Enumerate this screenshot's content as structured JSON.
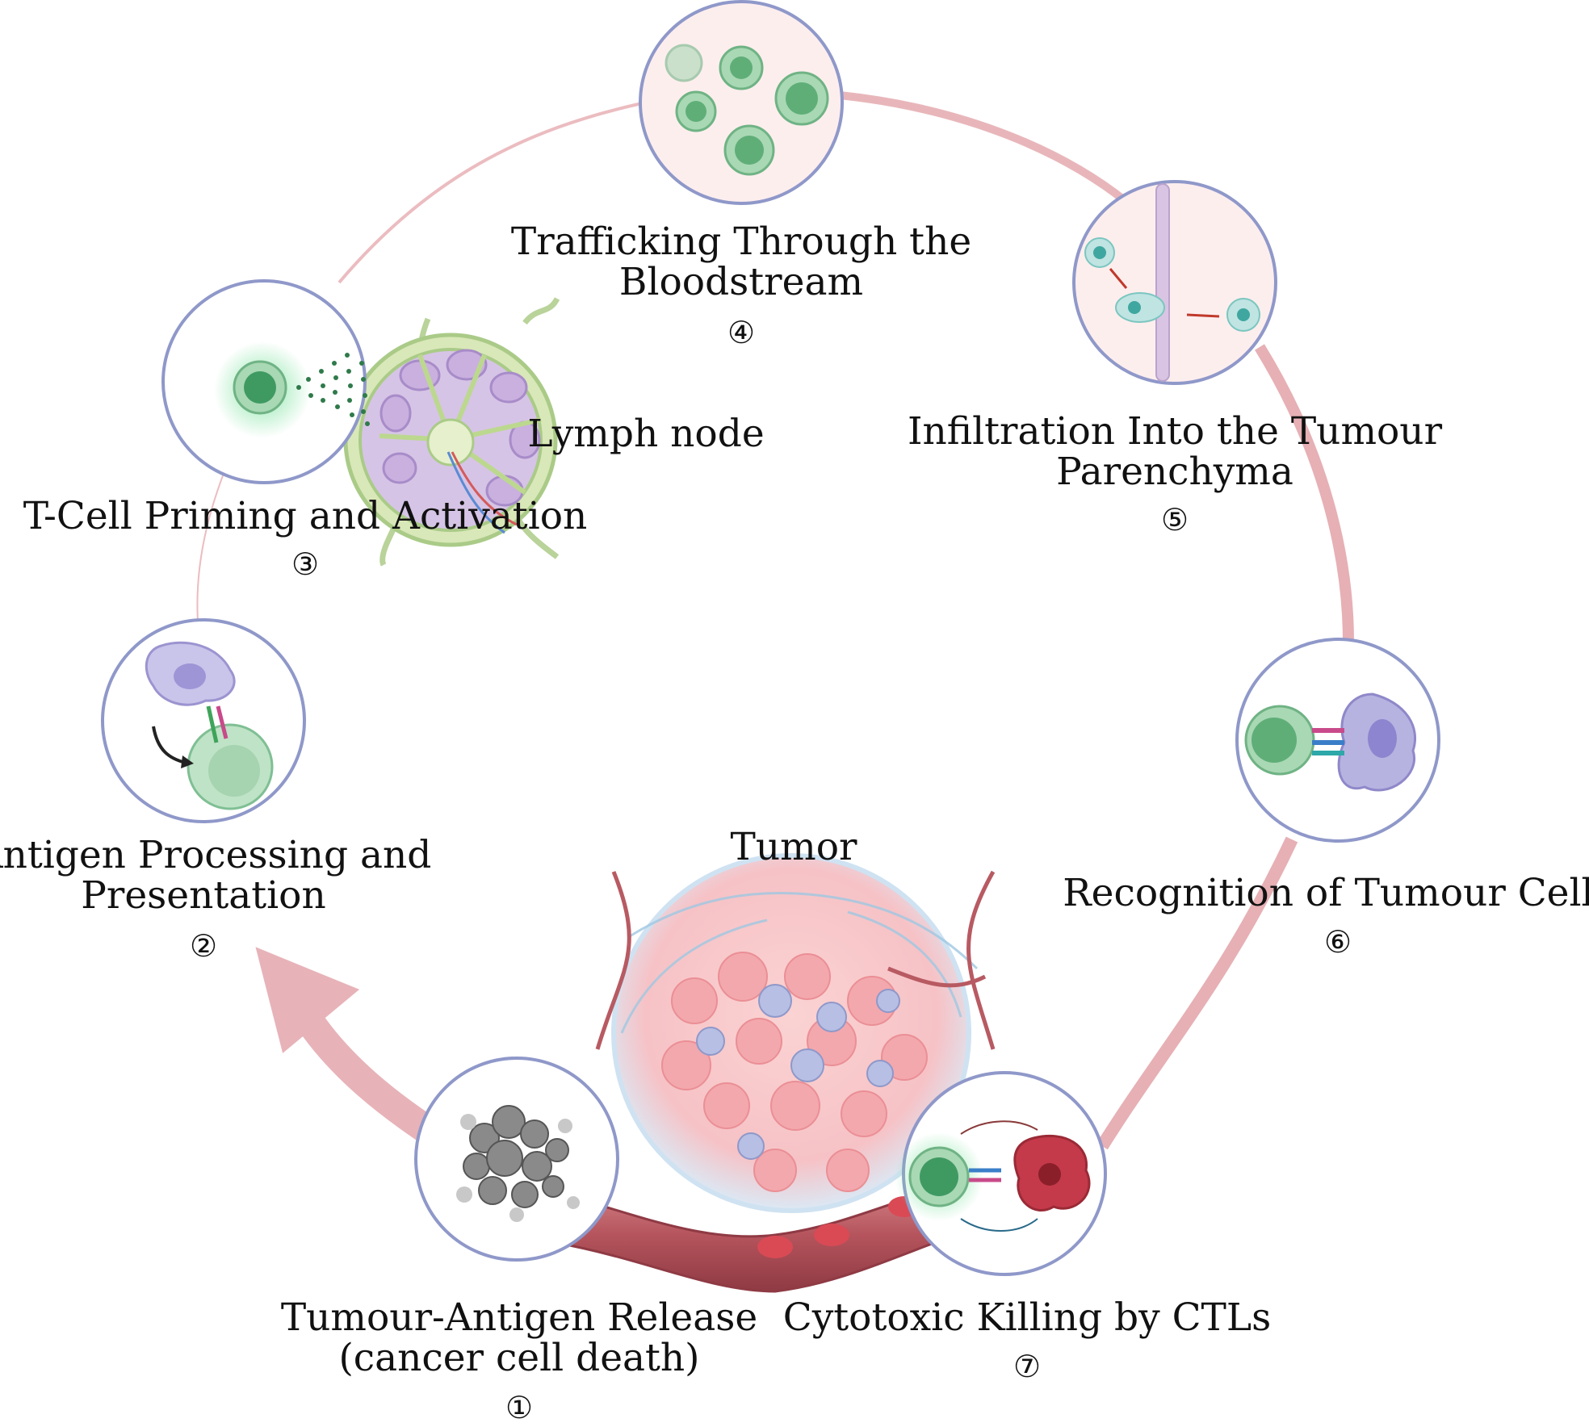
{
  "steps": [
    {
      "id": 1,
      "line1": "Tumour-Antigen Release",
      "line2": "(cancer cell death)",
      "number": "①"
    },
    {
      "id": 2,
      "line1": "Antigen Processing and",
      "line2": "Presentation",
      "number": "②"
    },
    {
      "id": 3,
      "line1": "T-Cell Priming and Activation",
      "number": "③"
    },
    {
      "id": 4,
      "line1": "Trafficking Through the",
      "line2": "Bloodstream",
      "number": "④"
    },
    {
      "id": 5,
      "line1": "Infiltration Into the Tumour",
      "line2": "Parenchyma",
      "number": "⑤"
    },
    {
      "id": 6,
      "line1": "Recognition of Tumour Cells",
      "number": "⑥"
    },
    {
      "id": 7,
      "line1": "Cytotoxic Killing by CTLs",
      "number": "⑦"
    }
  ],
  "labels": {
    "lymph_node": "Lymph node",
    "tumor": "Tumor"
  },
  "colors": {
    "cycle_arrow": "#e7b3b8",
    "circle_border": "#8f98c9",
    "circle_fill": "#fdeeee",
    "t_cell": "#7fbf94",
    "t_cell_nucleus": "#3f9a62",
    "dendritic_cell": "#b7b3e0",
    "tumor_cell": "#f2b5b5",
    "vessel": "#b5545c",
    "dying_cell": "#c43a4a"
  }
}
